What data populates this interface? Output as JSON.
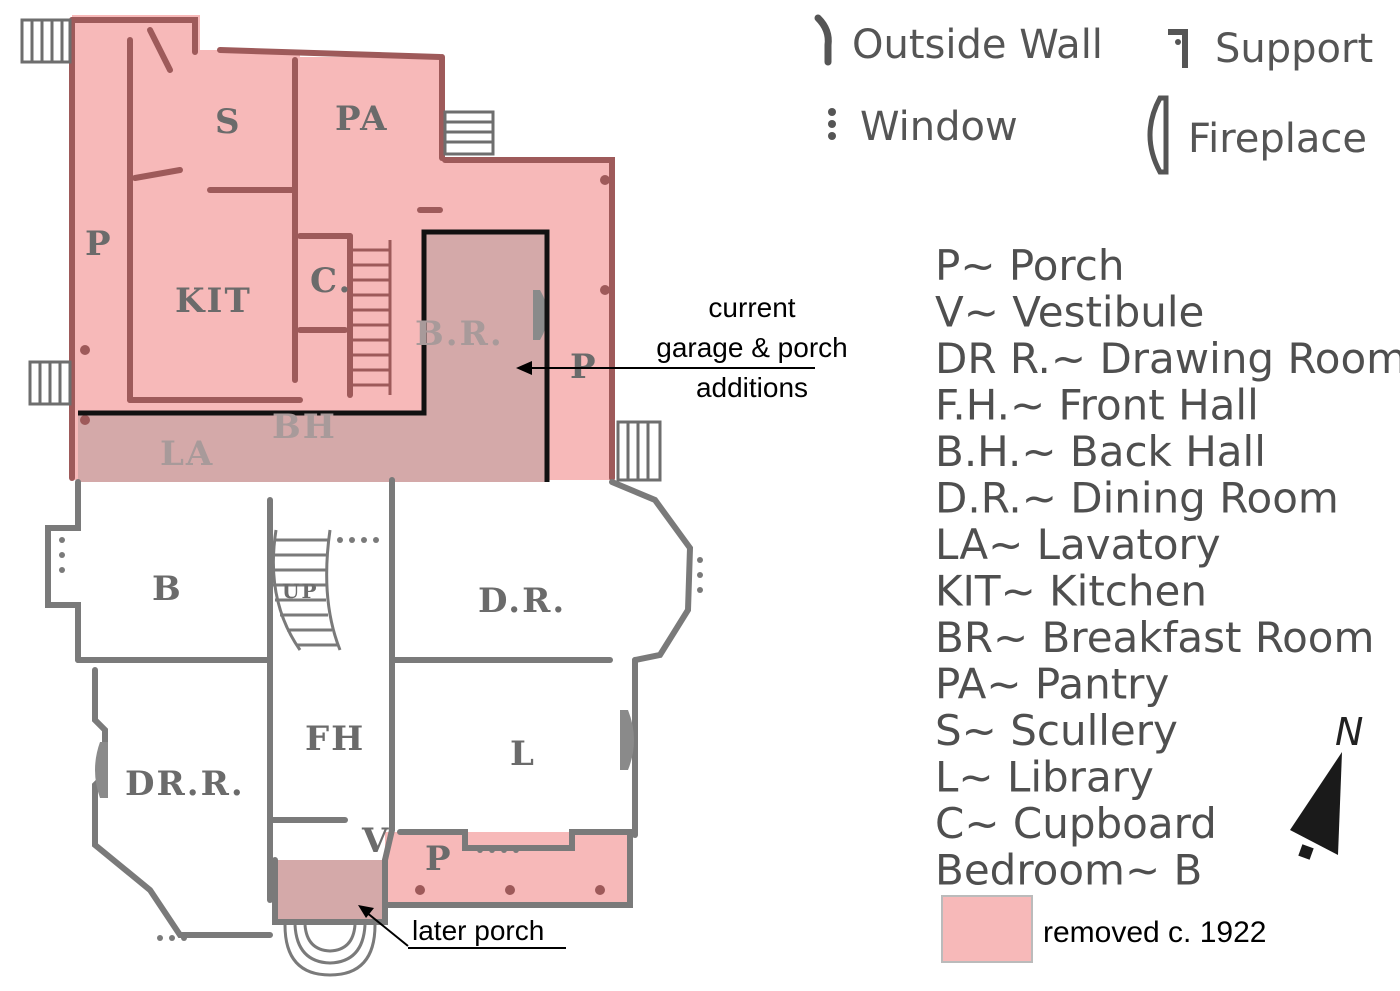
{
  "rooms": {
    "scullery": "S",
    "pantry": "PA",
    "porch_west": "P",
    "kitchen": "KIT",
    "cupboard": "C.",
    "breakfast_room": "B.R.",
    "porch_east": "P",
    "lavatory": "LA",
    "back_hall": "BH",
    "bedroom": "B",
    "stair_up": "UP",
    "dining_room": "D.R.",
    "drawing_room": "DR.R.",
    "front_hall": "FH",
    "library": "L",
    "vestibule": "V",
    "porch_south": "P"
  },
  "callouts": {
    "garage_line1": "current",
    "garage_line2": "garage & porch",
    "garage_line3": "additions",
    "later_porch": "later porch"
  },
  "symbols": {
    "outside_wall": "Outside Wall",
    "support": "Support",
    "window": "Window",
    "fireplace": "Fireplace"
  },
  "legend": [
    "P~ Porch",
    "V~ Vestibule",
    "DR R.~ Drawing Room",
    "F.H.~ Front Hall",
    "B.H.~ Back Hall",
    "D.R.~ Dining Room",
    "LA~ Lavatory",
    "KIT~ Kitchen",
    "BR~ Breakfast Room",
    "PA~ Pantry",
    "S~ Scullery",
    "L~ Library",
    "C~ Cupboard",
    "Bedroom~ B"
  ],
  "removed_note": "removed c. 1922",
  "north": "N",
  "colors": {
    "removed_fill": "#f7b9b9",
    "overlap_fill": "#d4a9a9",
    "wall": "#7a7a7a",
    "removed_wall": "#9e5a5a",
    "outline": "#111111"
  }
}
